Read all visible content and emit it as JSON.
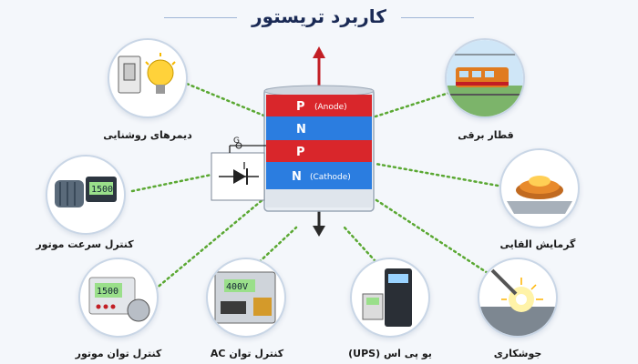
{
  "title": "کاربرد تریستور",
  "thyristor": {
    "layers": [
      {
        "letter": "P",
        "note": "(Anode)",
        "color": "#d9262b"
      },
      {
        "letter": "N",
        "note": "",
        "color": "#2b7de0"
      },
      {
        "letter": "P",
        "note": "",
        "color": "#d9262b"
      },
      {
        "letter": "N",
        "note": "(Cathode)",
        "color": "#2b7de0"
      }
    ],
    "gate_symbol": "G"
  },
  "applications": [
    {
      "id": "dimmer",
      "label": "دیمرهای روشنایی",
      "icon": "light-switch-bulb-icon"
    },
    {
      "id": "motor-speed",
      "label": "کنترل سرعت موتور",
      "icon": "motor-display-icon",
      "display": "1500"
    },
    {
      "id": "motor-power",
      "label": "کنترل توان موتور",
      "icon": "power-controller-icon",
      "display": "1500"
    },
    {
      "id": "ac-power",
      "label": "کنترل توان AC",
      "icon": "ac-controller-icon",
      "display": "400V"
    },
    {
      "id": "ups",
      "label": "یو پی اس (UPS)",
      "icon": "ups-icon"
    },
    {
      "id": "welding",
      "label": "جوشکاری",
      "icon": "welding-icon"
    },
    {
      "id": "induction",
      "label": "گرمایش القایی",
      "icon": "induction-heating-icon"
    },
    {
      "id": "train",
      "label": "قطار برقی",
      "icon": "electric-train-icon"
    }
  ],
  "colors": {
    "connector": "#5aa832",
    "title": "#1a2a55",
    "p_layer": "#d9262b",
    "n_layer": "#2b7de0"
  }
}
